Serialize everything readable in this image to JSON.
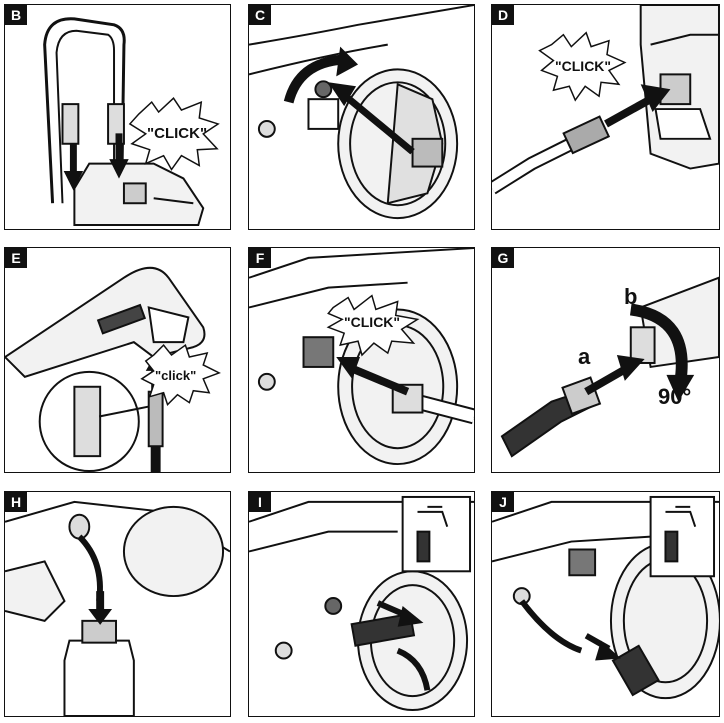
{
  "panels": {
    "B": {
      "letter": "B",
      "callout": "\"CLICK\""
    },
    "C": {
      "letter": "C"
    },
    "D": {
      "letter": "D",
      "callout": "\"CLICK\""
    },
    "E": {
      "letter": "E",
      "callout": "\"click\""
    },
    "F": {
      "letter": "F",
      "callout": "\"CLICK\""
    },
    "G": {
      "letter": "G",
      "label_a": "a",
      "label_b": "b",
      "angle": "90°"
    },
    "H": {
      "letter": "H"
    },
    "I": {
      "letter": "I"
    },
    "J": {
      "letter": "J"
    }
  },
  "colors": {
    "line": "#111111",
    "fill_light": "#f2f2f2",
    "fill_dark": "#444444",
    "background": "#ffffff"
  }
}
